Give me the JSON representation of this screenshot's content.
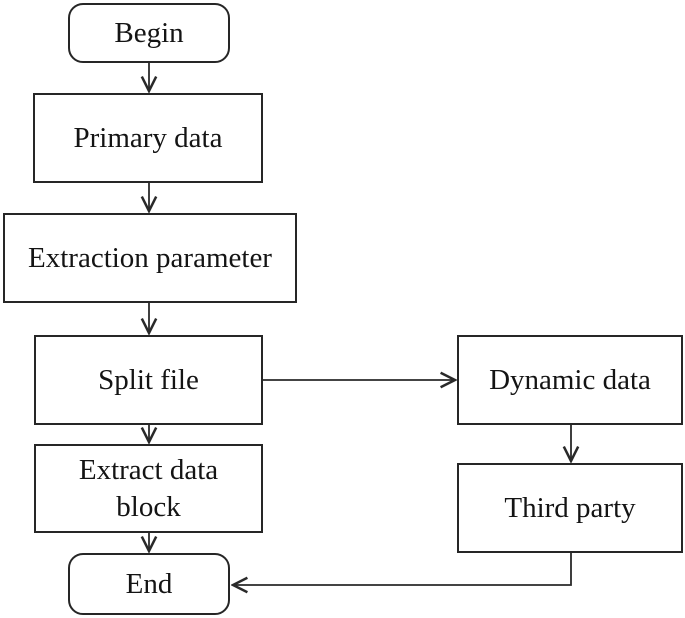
{
  "diagram": {
    "type": "flowchart",
    "colors": {
      "background": "#ffffff",
      "node_fill": "#ffffff",
      "node_border": "#262626",
      "edge_stroke": "#2a2a2a",
      "text": "#141414"
    },
    "nodes": [
      {
        "id": "begin",
        "label": "Begin",
        "shape": "rounded-terminator"
      },
      {
        "id": "primary-data",
        "label": "Primary data",
        "shape": "rectangle"
      },
      {
        "id": "extraction-parameter",
        "label": "Extraction parameter",
        "shape": "rectangle"
      },
      {
        "id": "split-file",
        "label": "Split file",
        "shape": "rectangle"
      },
      {
        "id": "extract-data-block",
        "label": "Extract data block",
        "shape": "rectangle"
      },
      {
        "id": "end",
        "label": "End",
        "shape": "rounded-terminator"
      },
      {
        "id": "dynamic-data",
        "label": "Dynamic data",
        "shape": "rectangle"
      },
      {
        "id": "third-party",
        "label": "Third party",
        "shape": "rectangle"
      }
    ],
    "edges": [
      {
        "from": "begin",
        "to": "primary-data",
        "direction": "down"
      },
      {
        "from": "primary-data",
        "to": "extraction-parameter",
        "direction": "down"
      },
      {
        "from": "extraction-parameter",
        "to": "split-file",
        "direction": "down"
      },
      {
        "from": "split-file",
        "to": "extract-data-block",
        "direction": "down"
      },
      {
        "from": "extract-data-block",
        "to": "end",
        "direction": "down"
      },
      {
        "from": "split-file",
        "to": "dynamic-data",
        "direction": "right"
      },
      {
        "from": "dynamic-data",
        "to": "third-party",
        "direction": "down"
      },
      {
        "from": "third-party",
        "to": "end",
        "direction": "down-then-left"
      }
    ]
  }
}
